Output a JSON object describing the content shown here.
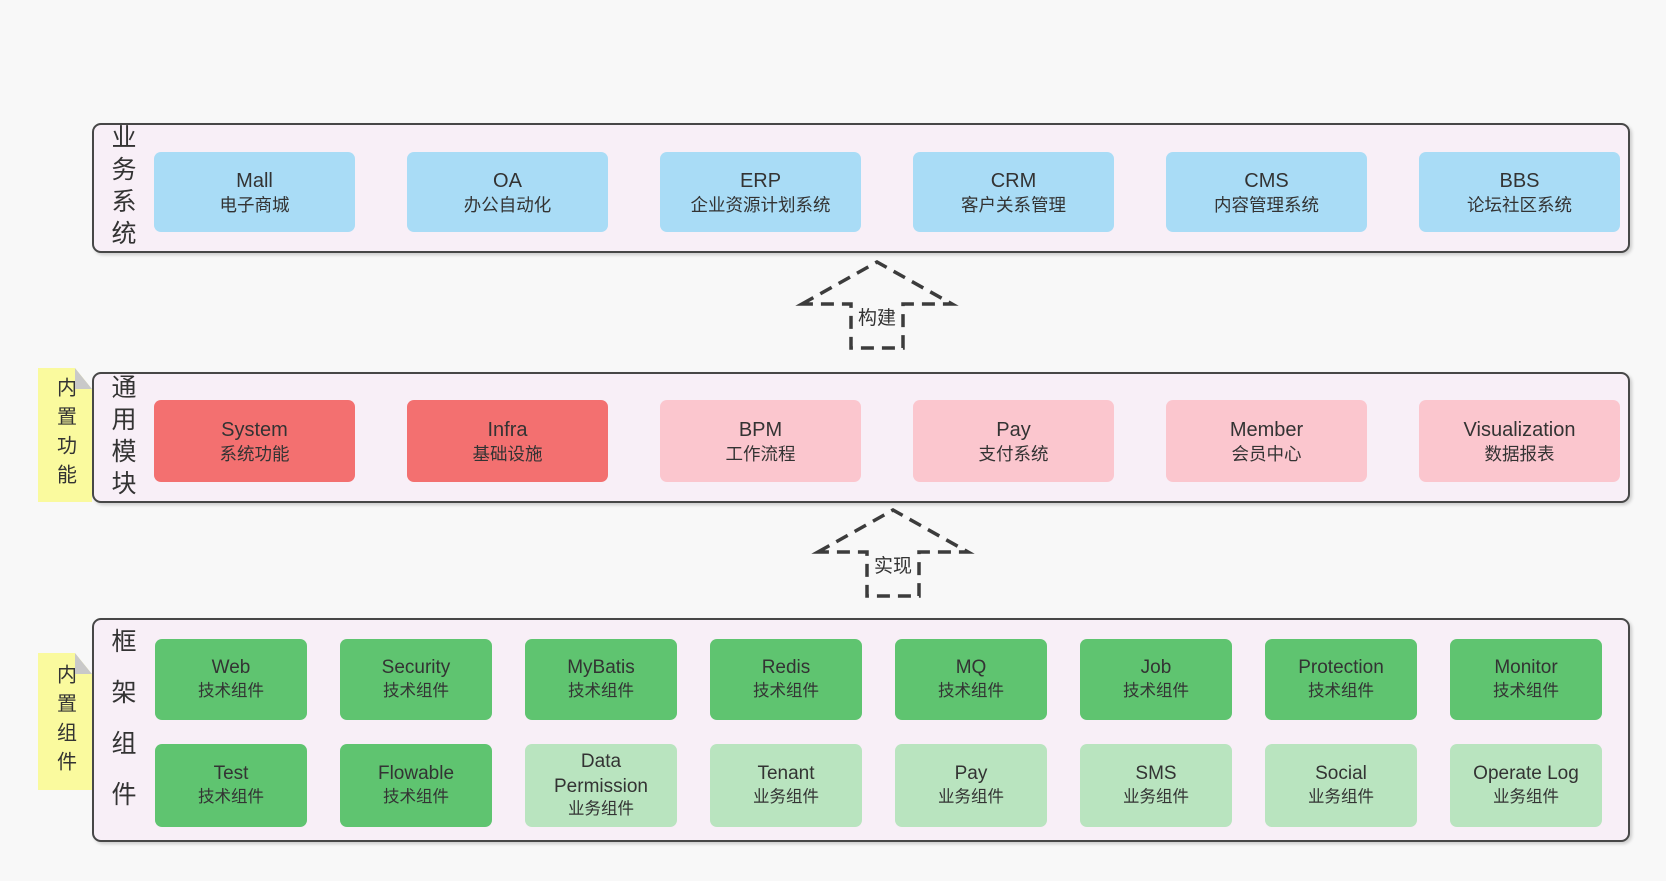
{
  "colors": {
    "page_bg": "#f8f8f8",
    "band_bg": "#f8eff7",
    "band_border": "#474747",
    "blue": "#a9dcf6",
    "red": "#f37070",
    "pink": "#fbc6ce",
    "green": "#5fc470",
    "green_light": "#b9e4bf",
    "sticky": "#fafa9e",
    "sticky_fold": "#c9c9c9",
    "text": "#333333",
    "arrow": "#3c3c3c"
  },
  "arrows": [
    {
      "label": "构建"
    },
    {
      "label": "实现"
    }
  ],
  "bands": [
    {
      "label": "业务系统",
      "items": [
        {
          "en": "Mall",
          "cn": "电子商城"
        },
        {
          "en": "OA",
          "cn": "办公自动化"
        },
        {
          "en": "ERP",
          "cn": "企业资源计划系统"
        },
        {
          "en": "CRM",
          "cn": "客户关系管理"
        },
        {
          "en": "CMS",
          "cn": "内容管理系统"
        },
        {
          "en": "BBS",
          "cn": "论坛社区系统"
        }
      ]
    },
    {
      "label": "通用模块",
      "sticky": "内置功能",
      "items": [
        {
          "en": "System",
          "cn": "系统功能"
        },
        {
          "en": "Infra",
          "cn": "基础设施"
        },
        {
          "en": "BPM",
          "cn": "工作流程"
        },
        {
          "en": "Pay",
          "cn": "支付系统"
        },
        {
          "en": "Member",
          "cn": "会员中心"
        },
        {
          "en": "Visualization",
          "cn": "数据报表"
        }
      ]
    },
    {
      "label": "框架组件",
      "sticky": "内置组件",
      "rows": [
        [
          {
            "en": "Web",
            "cn": "技术组件"
          },
          {
            "en": "Security",
            "cn": "技术组件"
          },
          {
            "en": "MyBatis",
            "cn": "技术组件"
          },
          {
            "en": "Redis",
            "cn": "技术组件"
          },
          {
            "en": "MQ",
            "cn": "技术组件"
          },
          {
            "en": "Job",
            "cn": "技术组件"
          },
          {
            "en": "Protection",
            "cn": "技术组件"
          },
          {
            "en": "Monitor",
            "cn": "技术组件"
          }
        ],
        [
          {
            "en": "Test",
            "cn": "技术组件"
          },
          {
            "en": "Flowable",
            "cn": "技术组件"
          },
          {
            "en": "Data Permission",
            "cn": "业务组件"
          },
          {
            "en": "Tenant",
            "cn": "业务组件"
          },
          {
            "en": "Pay",
            "cn": "业务组件"
          },
          {
            "en": "SMS",
            "cn": "业务组件"
          },
          {
            "en": "Social",
            "cn": "业务组件"
          },
          {
            "en": "Operate Log",
            "cn": "业务组件"
          }
        ]
      ]
    }
  ]
}
